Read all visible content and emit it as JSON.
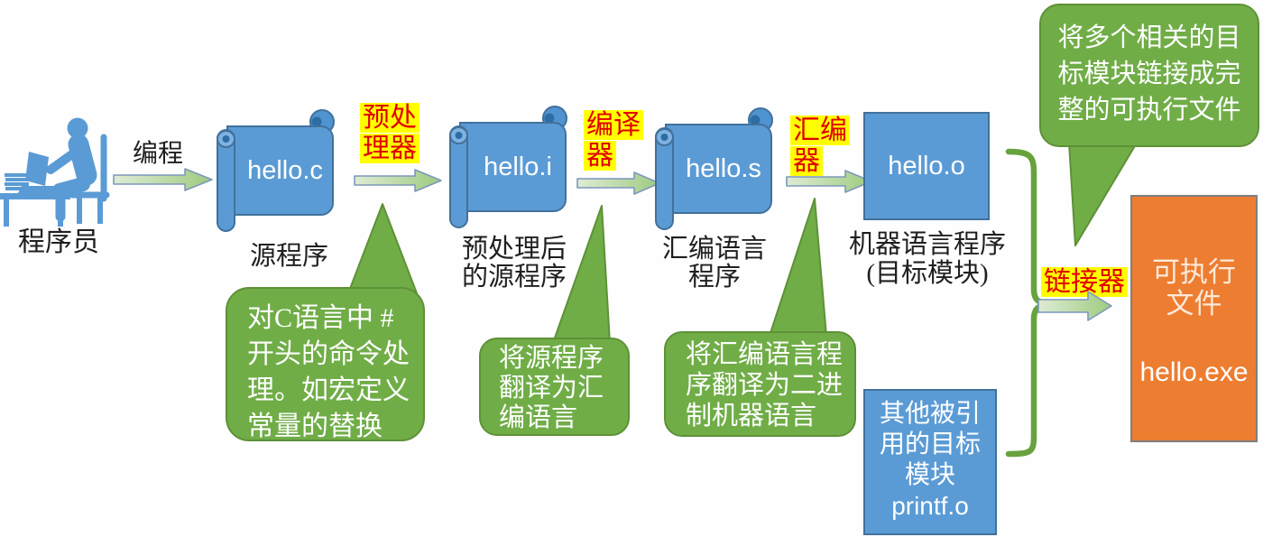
{
  "colors": {
    "node_blue": "#5B9BD5",
    "node_blue_border": "#41719C",
    "bubble_green": "#70AD47",
    "arrow_green": "#A9D18E",
    "arrow_border": "#7C97BC",
    "exe_orange": "#ED7D31",
    "highlight_yellow": "#FFFF00",
    "highlight_red_text": "#E00000"
  },
  "programmer": {
    "label": "程序员",
    "action_label": "编程"
  },
  "stages": [
    {
      "file": "hello.c",
      "caption_lines": [
        "源程序"
      ]
    },
    {
      "file": "hello.i",
      "caption_lines": [
        "预处理后",
        "的源程序"
      ]
    },
    {
      "file": "hello.s",
      "caption_lines": [
        "汇编语言",
        "程序"
      ]
    },
    {
      "file": "hello.o",
      "caption_lines": [
        "机器语言程序",
        "(目标模块)"
      ]
    }
  ],
  "tools": {
    "preprocessor": "预处理器",
    "compiler": "编译器",
    "assembler": "汇编器",
    "linker": "链接器"
  },
  "notes": {
    "preprocessor_note": [
      "对C语言中 #",
      "开头的命令处",
      "理。如宏定义",
      "常量的替换"
    ],
    "compiler_note": [
      "将源程序",
      "翻译为汇",
      "编语言"
    ],
    "assembler_note": [
      "将汇编语言程",
      "序翻译为二进",
      "制机器语言"
    ],
    "linker_note": [
      "将多个相关的目",
      "标模块链接成完",
      "整的可执行文件"
    ]
  },
  "other_module": {
    "lines": [
      "其他被引",
      "用的目标",
      "模块"
    ],
    "file": "printf.o"
  },
  "executable": {
    "caption_lines": [
      "可执行",
      "文件"
    ],
    "file": "hello.exe"
  }
}
